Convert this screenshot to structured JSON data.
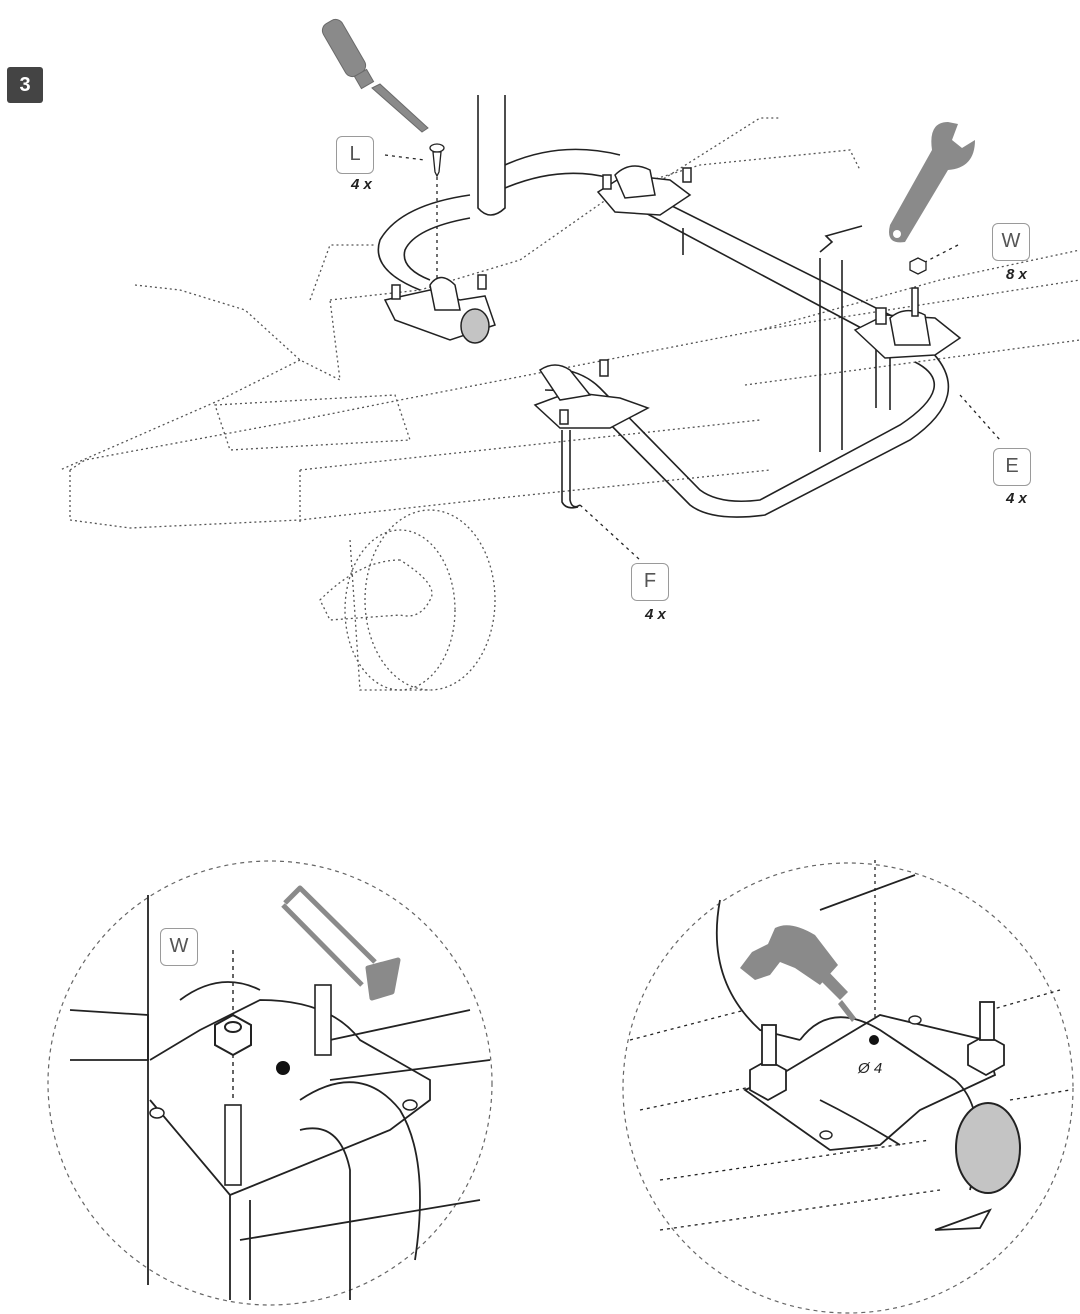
{
  "step": {
    "number": "3"
  },
  "parts": {
    "L": {
      "code": "L",
      "qty": "4 x"
    },
    "W": {
      "code": "W",
      "qty": "8 x"
    },
    "E": {
      "code": "E",
      "qty": "4 x"
    },
    "F": {
      "code": "F",
      "qty": "4 x"
    }
  },
  "detail_left": {
    "part_code": "W"
  },
  "detail_right": {
    "hole_label": "Ø 4"
  },
  "icons": [
    "screwdriver-icon",
    "wrench-icon",
    "hacksaw-icon",
    "drill-icon"
  ],
  "colors": {
    "line": "#222222",
    "tool": "#8a8a8a",
    "badge": "#444444",
    "tube_end": "#c4c4c4"
  }
}
